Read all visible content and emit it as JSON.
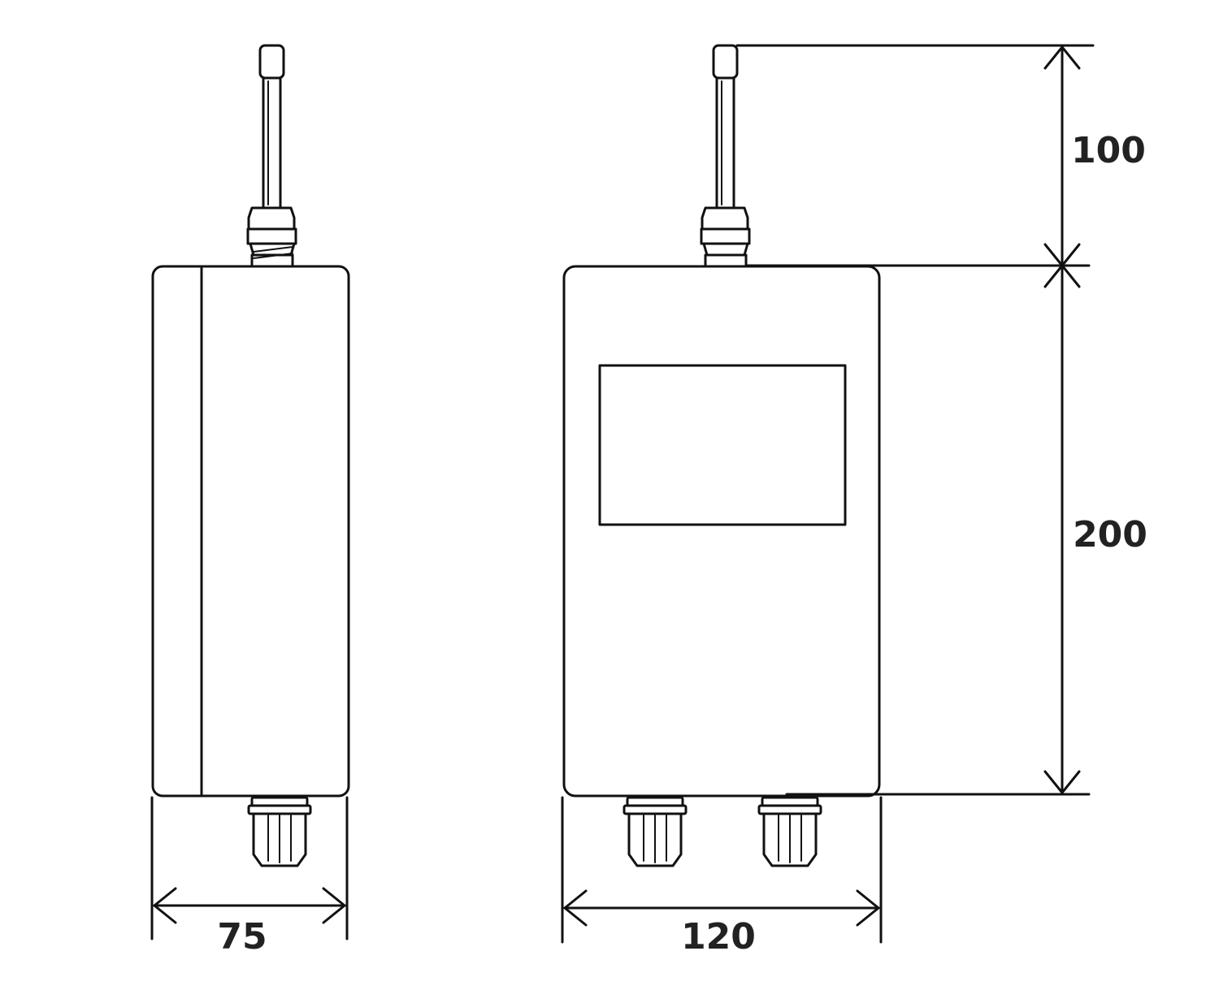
{
  "dimensions": {
    "side_width": "75",
    "front_width": "120",
    "antenna_height": "100",
    "body_height": "200"
  }
}
